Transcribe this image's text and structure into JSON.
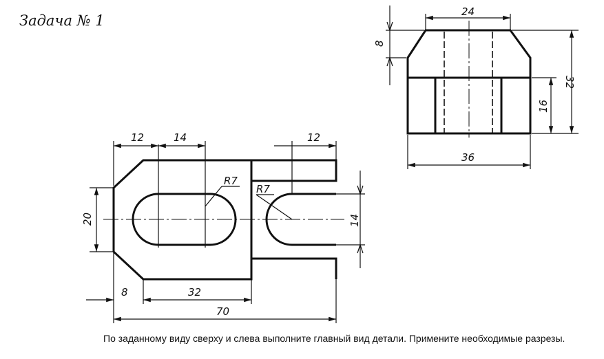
{
  "title": "Задача № 1",
  "task_text": "По заданному виду сверху и слева выполните главный вид детали. Примените необходимые разрезы.",
  "top_view": {
    "dims": {
      "w12a": "12",
      "w14": "14",
      "w12b": "12",
      "h20": "20",
      "h14": "14",
      "w8": "8",
      "w32": "32",
      "w70": "70"
    },
    "radius_labels": {
      "slot": "R7",
      "notch": "R7"
    }
  },
  "side_view": {
    "dims": {
      "w24": "24",
      "h8": "8",
      "h32": "32",
      "h16": "16",
      "w36": "36"
    }
  }
}
